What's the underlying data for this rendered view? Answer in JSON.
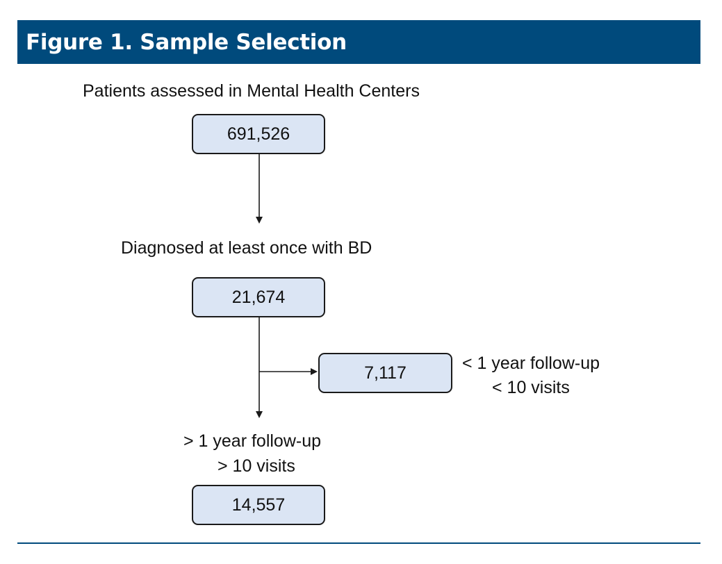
{
  "figure": {
    "title": "Figure 1. Sample Selection"
  },
  "flow": {
    "step1": {
      "label": "Patients assessed in Mental Health Centers",
      "count": "691,526"
    },
    "step2": {
      "label": "Diagnosed at least once with BD",
      "count": "21,674"
    },
    "excluded": {
      "count": "7,117",
      "criteria_line1": "< 1 year follow-up",
      "criteria_line2": "< 10 visits"
    },
    "step3": {
      "criteria_line1": "> 1 year follow-up",
      "criteria_line2": "> 10 visits",
      "count": "14,557"
    }
  },
  "colors": {
    "header_background": "#004a7c",
    "box_fill": "#dbe5f4",
    "box_border": "#1a1a1a"
  }
}
